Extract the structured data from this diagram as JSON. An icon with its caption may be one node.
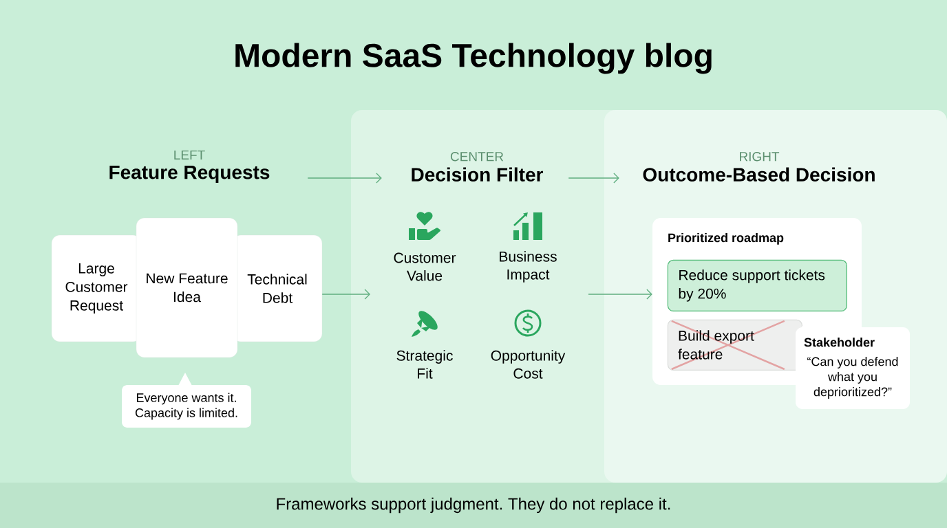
{
  "diagram": {
    "title": "Modern SaaS Technology blog",
    "nodes": [
      {
        "text": [
          "LEFT",
          "Feature Requests"
        ]
      },
      {
        "text": [
          "CENTER",
          "Decision Filter"
        ]
      },
      {
        "text": [
          "RIGHT",
          "Outcome-Based Decision"
        ]
      },
      {
        "text": [
          "Large Customer Request"
        ]
      },
      {
        "text": [
          "New Feature Idea"
        ]
      },
      {
        "text": [
          "Technical Debt"
        ]
      },
      {
        "text": [
          "Everyone wants it. Capacity is limited."
        ]
      },
      {
        "text": [
          "Customer Value"
        ]
      },
      {
        "text": [
          "Business Impact"
        ]
      },
      {
        "text": [
          "Strategic Fit"
        ]
      },
      {
        "text": [
          "Opportunity Cost"
        ]
      },
      {
        "text": [
          "Prioritized roadmap"
        ]
      },
      {
        "text": [
          "Reduce support tickets by 20%"
        ],
        "in": 11
      },
      {
        "text": [
          "Build export feature"
        ],
        "in": 11
      },
      {
        "text": [
          "Stakeholder",
          "“Can you defend what you deprioritized?”"
        ]
      },
      {
        "text": [
          "Frameworks support judgment. They do not replace it."
        ]
      }
    ],
    "edges": [
      {
        "from": 0,
        "to": 1,
        "arrow": "to"
      },
      {
        "from": 1,
        "to": 2,
        "arrow": "to"
      },
      {
        "from": 5,
        "to": null,
        "arrow": "to"
      },
      {
        "from": null,
        "to": 11,
        "arrow": "to"
      }
    ]
  }
}
